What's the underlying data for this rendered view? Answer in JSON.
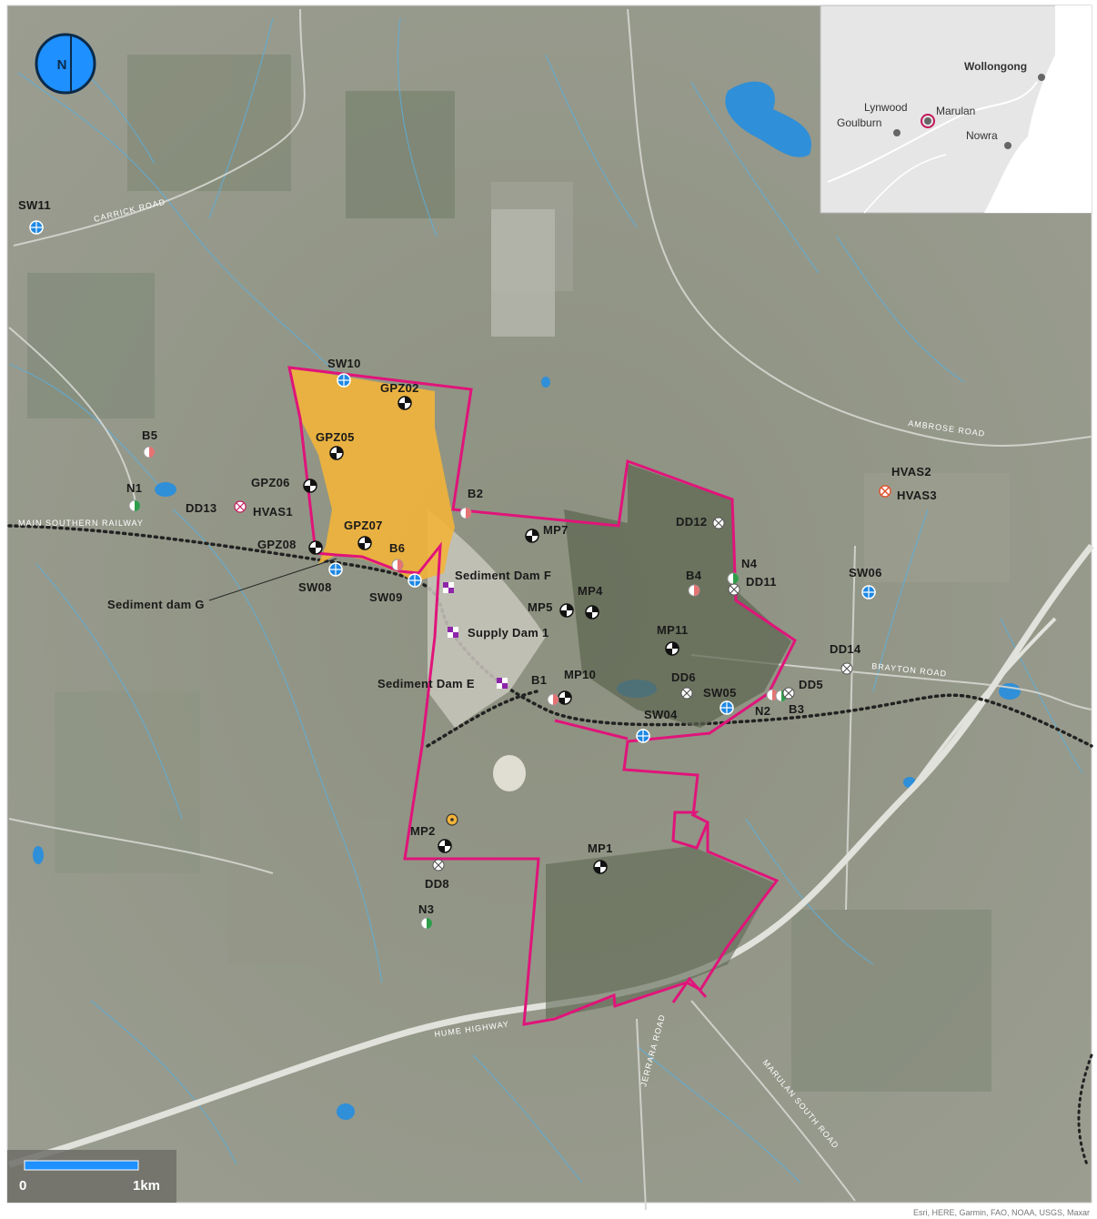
{
  "compass": {
    "label": "N"
  },
  "inset": {
    "places": [
      {
        "name": "Wollongong"
      },
      {
        "name": "Lynwood"
      },
      {
        "name": "Marulan"
      },
      {
        "name": "Goulburn"
      },
      {
        "name": "Nowra"
      }
    ]
  },
  "roads": {
    "carrick": "CARRICK ROAD",
    "ambrose": "AMBROSE ROAD",
    "brayton": "BRAYTON ROAD",
    "railway": "MAIN SOUTHERN RAILWAY",
    "hume": "HUME HIGHWAY",
    "jerrara": "JERRARA ROAD",
    "marulan_south": "MARULAN SOUTH ROAD"
  },
  "sites": {
    "sw11": "SW11",
    "sw10": "SW10",
    "sw09": "SW09",
    "sw08": "SW08",
    "sw06": "SW06",
    "sw05": "SW05",
    "sw04": "SW04",
    "gpz02": "GPZ02",
    "gpz05": "GPZ05",
    "gpz06": "GPZ06",
    "gpz07": "GPZ07",
    "gpz08": "GPZ08",
    "b1": "B1",
    "b2": "B2",
    "b3": "B3",
    "b4": "B4",
    "b5": "B5",
    "b6": "B6",
    "n1": "N1",
    "n2": "N2",
    "n3": "N3",
    "n4": "N4",
    "dd5": "DD5",
    "dd6": "DD6",
    "dd8": "DD8",
    "dd11": "DD11",
    "dd12": "DD12",
    "dd13": "DD13",
    "dd14": "DD14",
    "hvas1": "HVAS1",
    "hvas2": "HVAS2",
    "hvas3": "HVAS3",
    "mp1": "MP1",
    "mp2": "MP2",
    "mp4": "MP4",
    "mp5": "MP5",
    "mp7": "MP7",
    "mp10": "MP10",
    "mp11": "MP11",
    "sed_dam_f": "Sediment Dam F",
    "supply_dam_1": "Supply Dam 1",
    "sed_dam_e": "Sediment Dam E",
    "sed_dam_g": "Sediment dam G"
  },
  "scale": {
    "start": "0",
    "end": "1km"
  },
  "attribution": "Esri, HERE, Garmin, FAO, NOAA, USGS, Maxar",
  "colors": {
    "boundary": "#e0147a",
    "highlight_area": "#f2b43a",
    "water": "#2f8fd8",
    "surface_water_marker": "#1e88e5",
    "noise_marker": "#2e9e4a",
    "dust_marker": "#d9534f"
  }
}
